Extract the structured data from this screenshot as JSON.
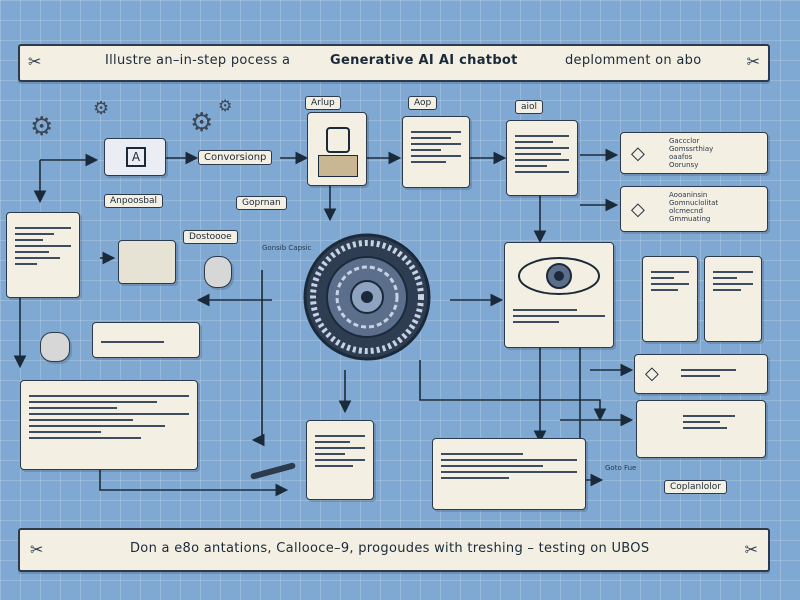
{
  "header": {
    "title_left": "Illustre an–in-step pocess a",
    "title_mid": "Generative AI AI chatbot",
    "title_right": "deplomment on abo"
  },
  "footer": {
    "text": "Don a e8o antations,   Callooce–9, progoudes with treshing  – testing  on UBOS"
  },
  "labels": {
    "artiup": "Arlup",
    "aop": "Aop",
    "aiol": "aiol",
    "conversion": "Convorsionp",
    "anpoosbal": "Anpoosbal",
    "goprnan": "Goprnan",
    "dostoooe": "Dostoooe",
    "capsule": "Gonsib Capsic",
    "copanloior": "Coplanlolor",
    "fue": "Goto Fue"
  },
  "right_cards": {
    "card1": "Gaccclor\nGomssrthiay\noaafos\nOorunsy",
    "card2": "Aooaninsin\nGomnuclolitat\nolcmecnd\nGmmuating"
  },
  "icons": [
    "gear-icon",
    "scissors-icon",
    "eye-icon",
    "database-icon",
    "laptop-icon",
    "pen-icon",
    "diamond-icon",
    "neural-core-icon"
  ]
}
